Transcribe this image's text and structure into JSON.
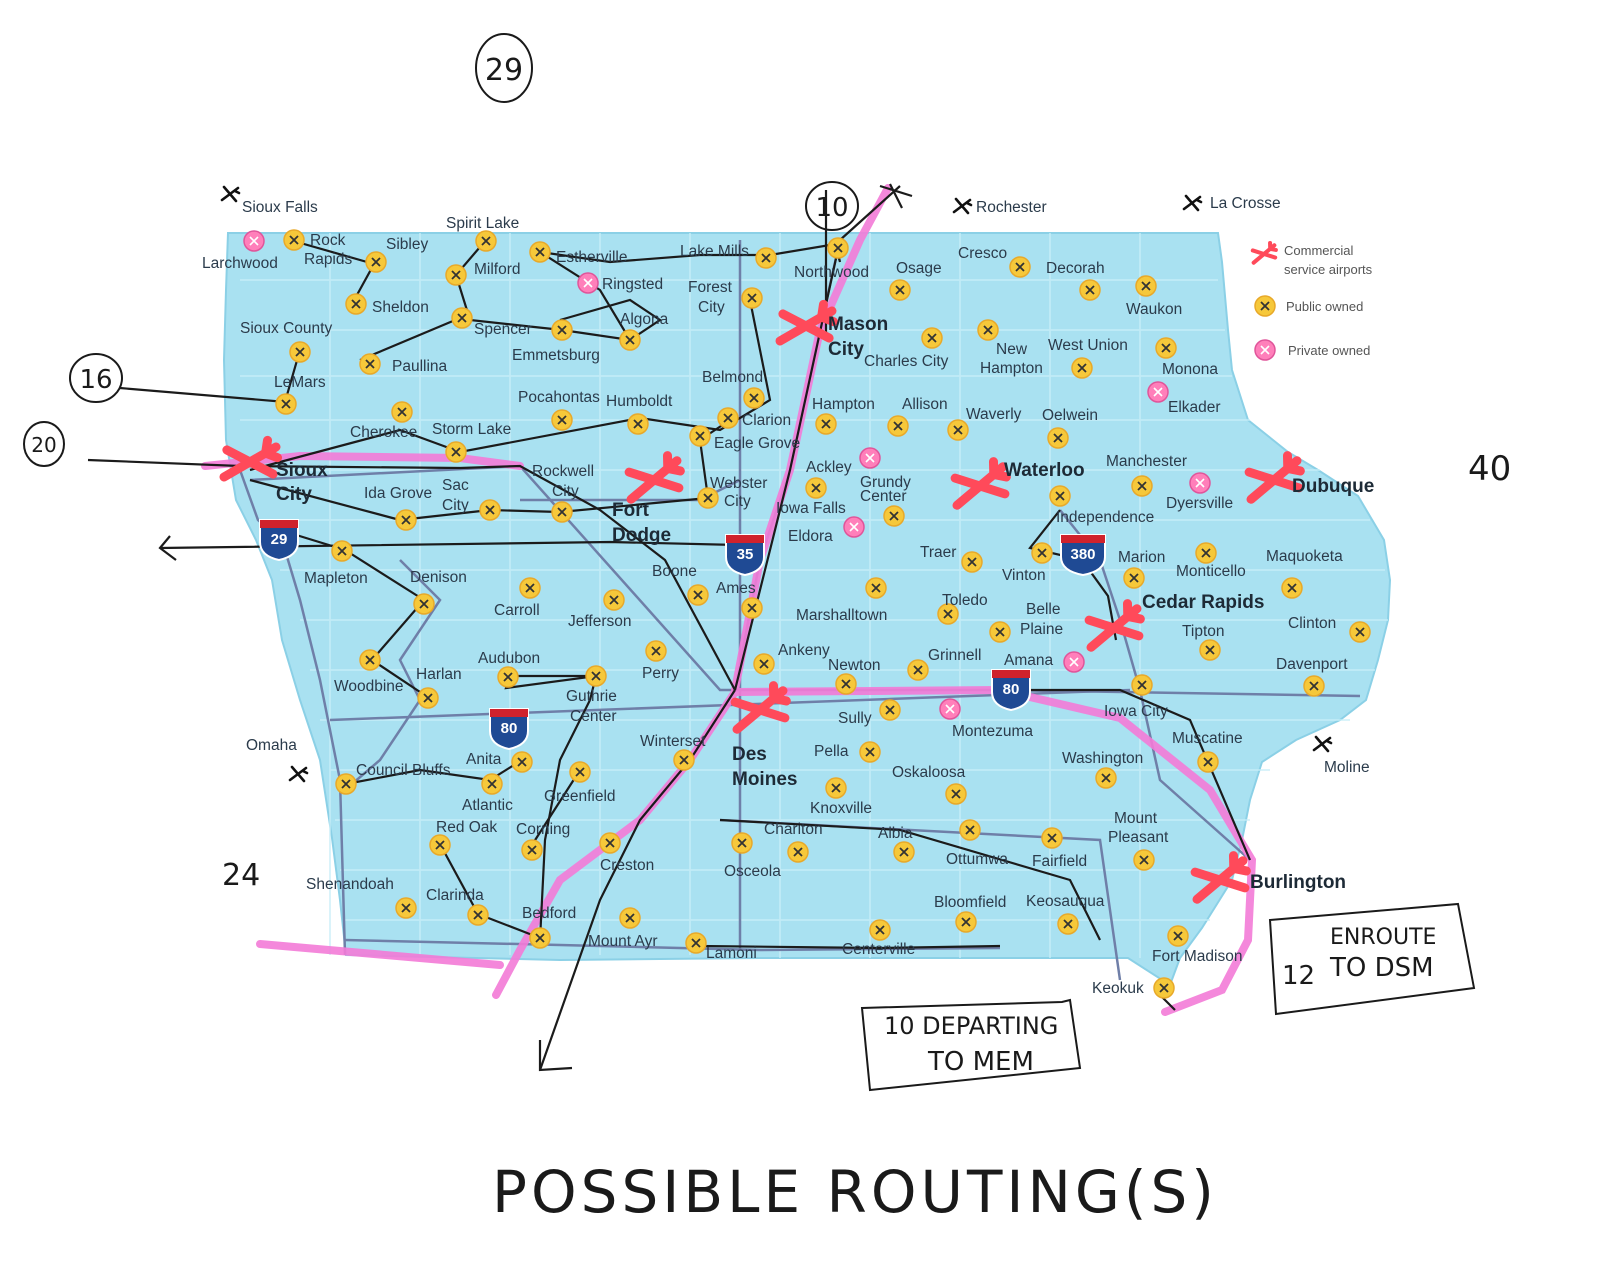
{
  "annotations": {
    "circle_29": "29",
    "circle_10": "10",
    "circle_16": "16",
    "circle_20": "20",
    "right_40": "40",
    "left_24": "24",
    "box_departing": [
      "10 DEPARTING",
      "TO MEM"
    ],
    "box_enroute": [
      "ENROUTE",
      "12",
      "TO DSM"
    ],
    "title": "POSSIBLE ROUTING(S)"
  },
  "legend": {
    "commercial": [
      "Commercial",
      "service airports"
    ],
    "public": "Public owned",
    "private": "Private owned",
    "colors": {
      "commercial": "#ff4a5a",
      "public": "#f6c83a",
      "private": "#ff6fae",
      "state": "#a9e1f1",
      "route": "#f37bd7"
    }
  },
  "out_of_state": {
    "sioux_falls": "Sioux Falls",
    "rochester": "Rochester",
    "la_crosse": "La Crosse",
    "omaha": "Omaha",
    "moline": "Moline"
  },
  "interstates": {
    "i29": "29",
    "i35": "35",
    "i80w": "80",
    "i80e": "80",
    "i380": "380"
  },
  "commercial_cities": {
    "sioux_city": [
      "Sioux",
      "City"
    ],
    "fort_dodge": [
      "Fort",
      "Dodge"
    ],
    "mason_city": [
      "Mason",
      "City"
    ],
    "waterloo": "Waterloo",
    "dubuque": "Dubuque",
    "cedar_rapids": "Cedar Rapids",
    "des_moines": [
      "Des",
      "Moines"
    ],
    "burlington": "Burlington"
  },
  "cities": {
    "larchwood": "Larchwood",
    "rock_rapids": [
      "Rock",
      "Rapids"
    ],
    "sibley": "Sibley",
    "spirit_lake": "Spirit Lake",
    "milford": "Milford",
    "estherville": "Estherville",
    "ringsted": "Ringsted",
    "lake_mills": "Lake Mills",
    "forest_city": [
      "Forest",
      "City"
    ],
    "northwood": "Northwood",
    "osage": "Osage",
    "cresco": "Cresco",
    "decorah": "Decorah",
    "waukon": "Waukon",
    "sheldon": "Sheldon",
    "sioux_county": "Sioux County",
    "spencer": "Spencer",
    "algona": "Algona",
    "emmetsburg": "Emmetsburg",
    "paullina": "Paullina",
    "lemars": "LeMars",
    "charles_city": "Charles City",
    "new_hampton": [
      "New",
      "Hampton"
    ],
    "west_union": "West Union",
    "monona": "Monona",
    "elkader": "Elkader",
    "belmond": "Belmond",
    "pocahontas": "Pocahontas",
    "humboldt": "Humboldt",
    "clarion": "Clarion",
    "eagle_grove": "Eagle Grove",
    "hampton": "Hampton",
    "allison": "Allison",
    "waverly": "Waverly",
    "oelwein": "Oelwein",
    "cherokee": "Cherokee",
    "storm_lake": "Storm Lake",
    "rockwell_city": [
      "Rockwell",
      "City"
    ],
    "webster_city": [
      "Webster",
      "City"
    ],
    "ackley": "Ackley",
    "grundy_center": [
      "Grundy",
      "Center"
    ],
    "manchester": "Manchester",
    "dyersville": "Dyersville",
    "independence": "Independence",
    "ida_grove": "Ida Grove",
    "sac_city": [
      "Sac",
      "City"
    ],
    "iowa_falls": "Iowa Falls",
    "eldora": "Eldora",
    "traer": "Traer",
    "vinton": "Vinton",
    "marion": "Marion",
    "monticello": "Monticello",
    "maquoketa": "Maquoketa",
    "mapleton": "Mapleton",
    "denison": "Denison",
    "boone": "Boone",
    "ames": "Ames",
    "carroll": "Carroll",
    "jefferson": "Jefferson",
    "marshalltown": "Marshalltown",
    "toledo": "Toledo",
    "belle_plaine": [
      "Belle",
      "Plaine"
    ],
    "tipton": "Tipton",
    "clinton": "Clinton",
    "perry": "Perry",
    "ankeny": "Ankeny",
    "newton": "Newton",
    "grinnell": "Grinnell",
    "amana": "Amana",
    "davenport": "Davenport",
    "audubon": "Audubon",
    "harlan": "Harlan",
    "woodbine": "Woodbine",
    "guthrie_center": [
      "Guthrie",
      "Center"
    ],
    "sully": "Sully",
    "montezuma": "Montezuma",
    "iowa_city": "Iowa City",
    "winterset": "Winterset",
    "pella": "Pella",
    "washington": "Washington",
    "muscatine": "Muscatine",
    "anita": "Anita",
    "council_bluffs": "Council Bluffs",
    "atlantic": "Atlantic",
    "greenfield": "Greenfield",
    "oskaloosa": "Oskaloosa",
    "knoxville": "Knoxville",
    "red_oak": "Red Oak",
    "corning": "Corning",
    "chariton": "Chariton",
    "albia": "Albia",
    "ottumwa": "Ottumwa",
    "fairfield": "Fairfield",
    "mount_pleasant": [
      "Mount",
      "Pleasant"
    ],
    "creston": "Creston",
    "osceola": "Osceola",
    "shenandoah": "Shenandoah",
    "clarinda": "Clarinda",
    "bedford": "Bedford",
    "mount_ayr": "Mount Ayr",
    "lamoni": "Lamoni",
    "centerville": "Centerville",
    "bloomfield": "Bloomfield",
    "keosauqua": "Keosauqua",
    "fort_madison": "Fort Madison",
    "keokuk": "Keokuk"
  }
}
